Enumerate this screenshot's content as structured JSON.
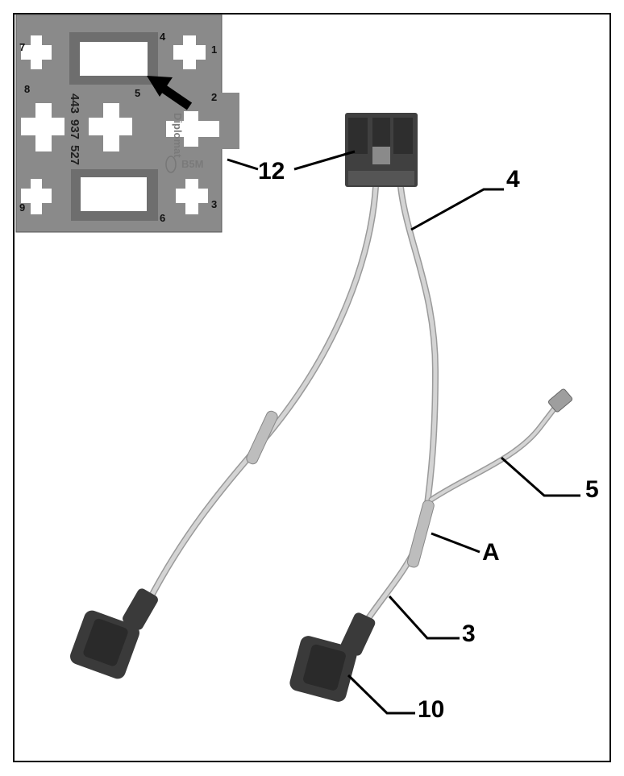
{
  "inset": {
    "pin_labels": [
      "1",
      "2",
      "3",
      "4",
      "5",
      "6",
      "7",
      "8",
      "9"
    ],
    "part_number_lines": [
      "443",
      "937",
      "527"
    ],
    "brand_mark": "Diplomat",
    "code": "B5M"
  },
  "callouts": {
    "c12": "12",
    "c4": "4",
    "c5": "5",
    "cA": "A",
    "c3": "3",
    "c10": "10"
  },
  "colors": {
    "housing": "#7e7e7e",
    "wire": "#c9c9c9",
    "connector": "#3a3a3a",
    "line": "#000000"
  }
}
